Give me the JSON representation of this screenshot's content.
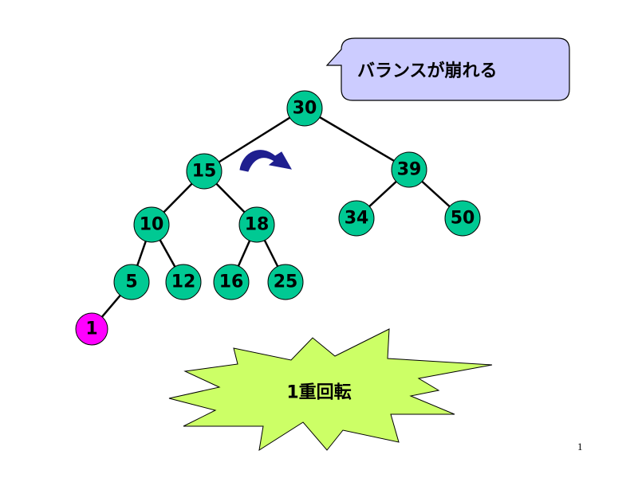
{
  "colors": {
    "node_fill": "#00c993",
    "node_highlight_fill": "#ff00ff",
    "edge": "#000000",
    "callout_fill": "#ccccff",
    "burst_fill": "#ccff66",
    "arrow": "#1f1f8f"
  },
  "callout": {
    "text": "バランスが崩れる"
  },
  "burst": {
    "text": "1重回転"
  },
  "page_number": "1",
  "tree": {
    "nodes": [
      {
        "id": "n30",
        "label": "30"
      },
      {
        "id": "n15",
        "label": "15"
      },
      {
        "id": "n39",
        "label": "39"
      },
      {
        "id": "n10",
        "label": "10"
      },
      {
        "id": "n18",
        "label": "18"
      },
      {
        "id": "n34",
        "label": "34"
      },
      {
        "id": "n50",
        "label": "50"
      },
      {
        "id": "n5",
        "label": "5"
      },
      {
        "id": "n12",
        "label": "12"
      },
      {
        "id": "n16",
        "label": "16"
      },
      {
        "id": "n25",
        "label": "25"
      },
      {
        "id": "n1",
        "label": "1",
        "highlight": true
      }
    ],
    "edges": [
      [
        "n30",
        "n15"
      ],
      [
        "n30",
        "n39"
      ],
      [
        "n15",
        "n10"
      ],
      [
        "n15",
        "n18"
      ],
      [
        "n39",
        "n34"
      ],
      [
        "n39",
        "n50"
      ],
      [
        "n10",
        "n5"
      ],
      [
        "n10",
        "n12"
      ],
      [
        "n18",
        "n16"
      ],
      [
        "n18",
        "n25"
      ],
      [
        "n5",
        "n1"
      ]
    ]
  },
  "rotation_arrow": {
    "icon": "rotate-right-arrow-icon"
  }
}
